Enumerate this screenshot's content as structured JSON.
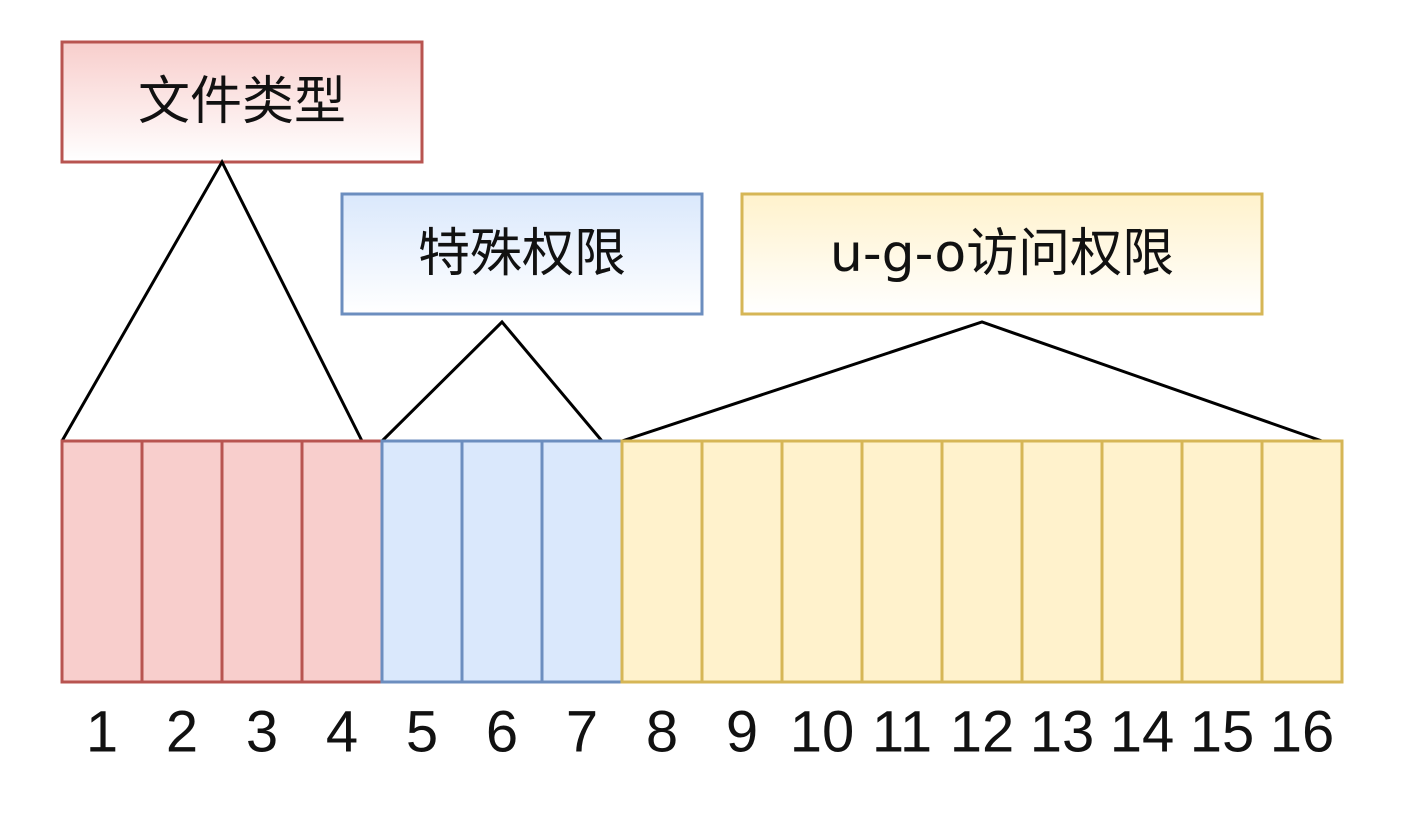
{
  "groups": [
    {
      "key": "file-type",
      "label": "文件类型",
      "bits": [
        1,
        2,
        3,
        4
      ],
      "fill": "#f8cecc",
      "stroke": "#b85450",
      "label_fill_top": "#f8cecc",
      "label_fill_bottom": "#ffffff"
    },
    {
      "key": "special-permission",
      "label": "特殊权限",
      "bits": [
        5,
        6,
        7
      ],
      "fill": "#dae8fc",
      "stroke": "#6c8ebf",
      "label_fill_top": "#dae8fc",
      "label_fill_bottom": "#ffffff"
    },
    {
      "key": "ugo-access-permission",
      "label": "u-g-o访问权限",
      "bits": [
        8,
        9,
        10,
        11,
        12,
        13,
        14,
        15,
        16
      ],
      "fill": "#fff2cc",
      "stroke": "#d6b656",
      "label_fill_top": "#fff2cc",
      "label_fill_bottom": "#ffffff"
    }
  ],
  "bit_numbers": [
    "1",
    "2",
    "3",
    "4",
    "5",
    "6",
    "7",
    "8",
    "9",
    "10",
    "11",
    "12",
    "13",
    "14",
    "15",
    "16"
  ]
}
